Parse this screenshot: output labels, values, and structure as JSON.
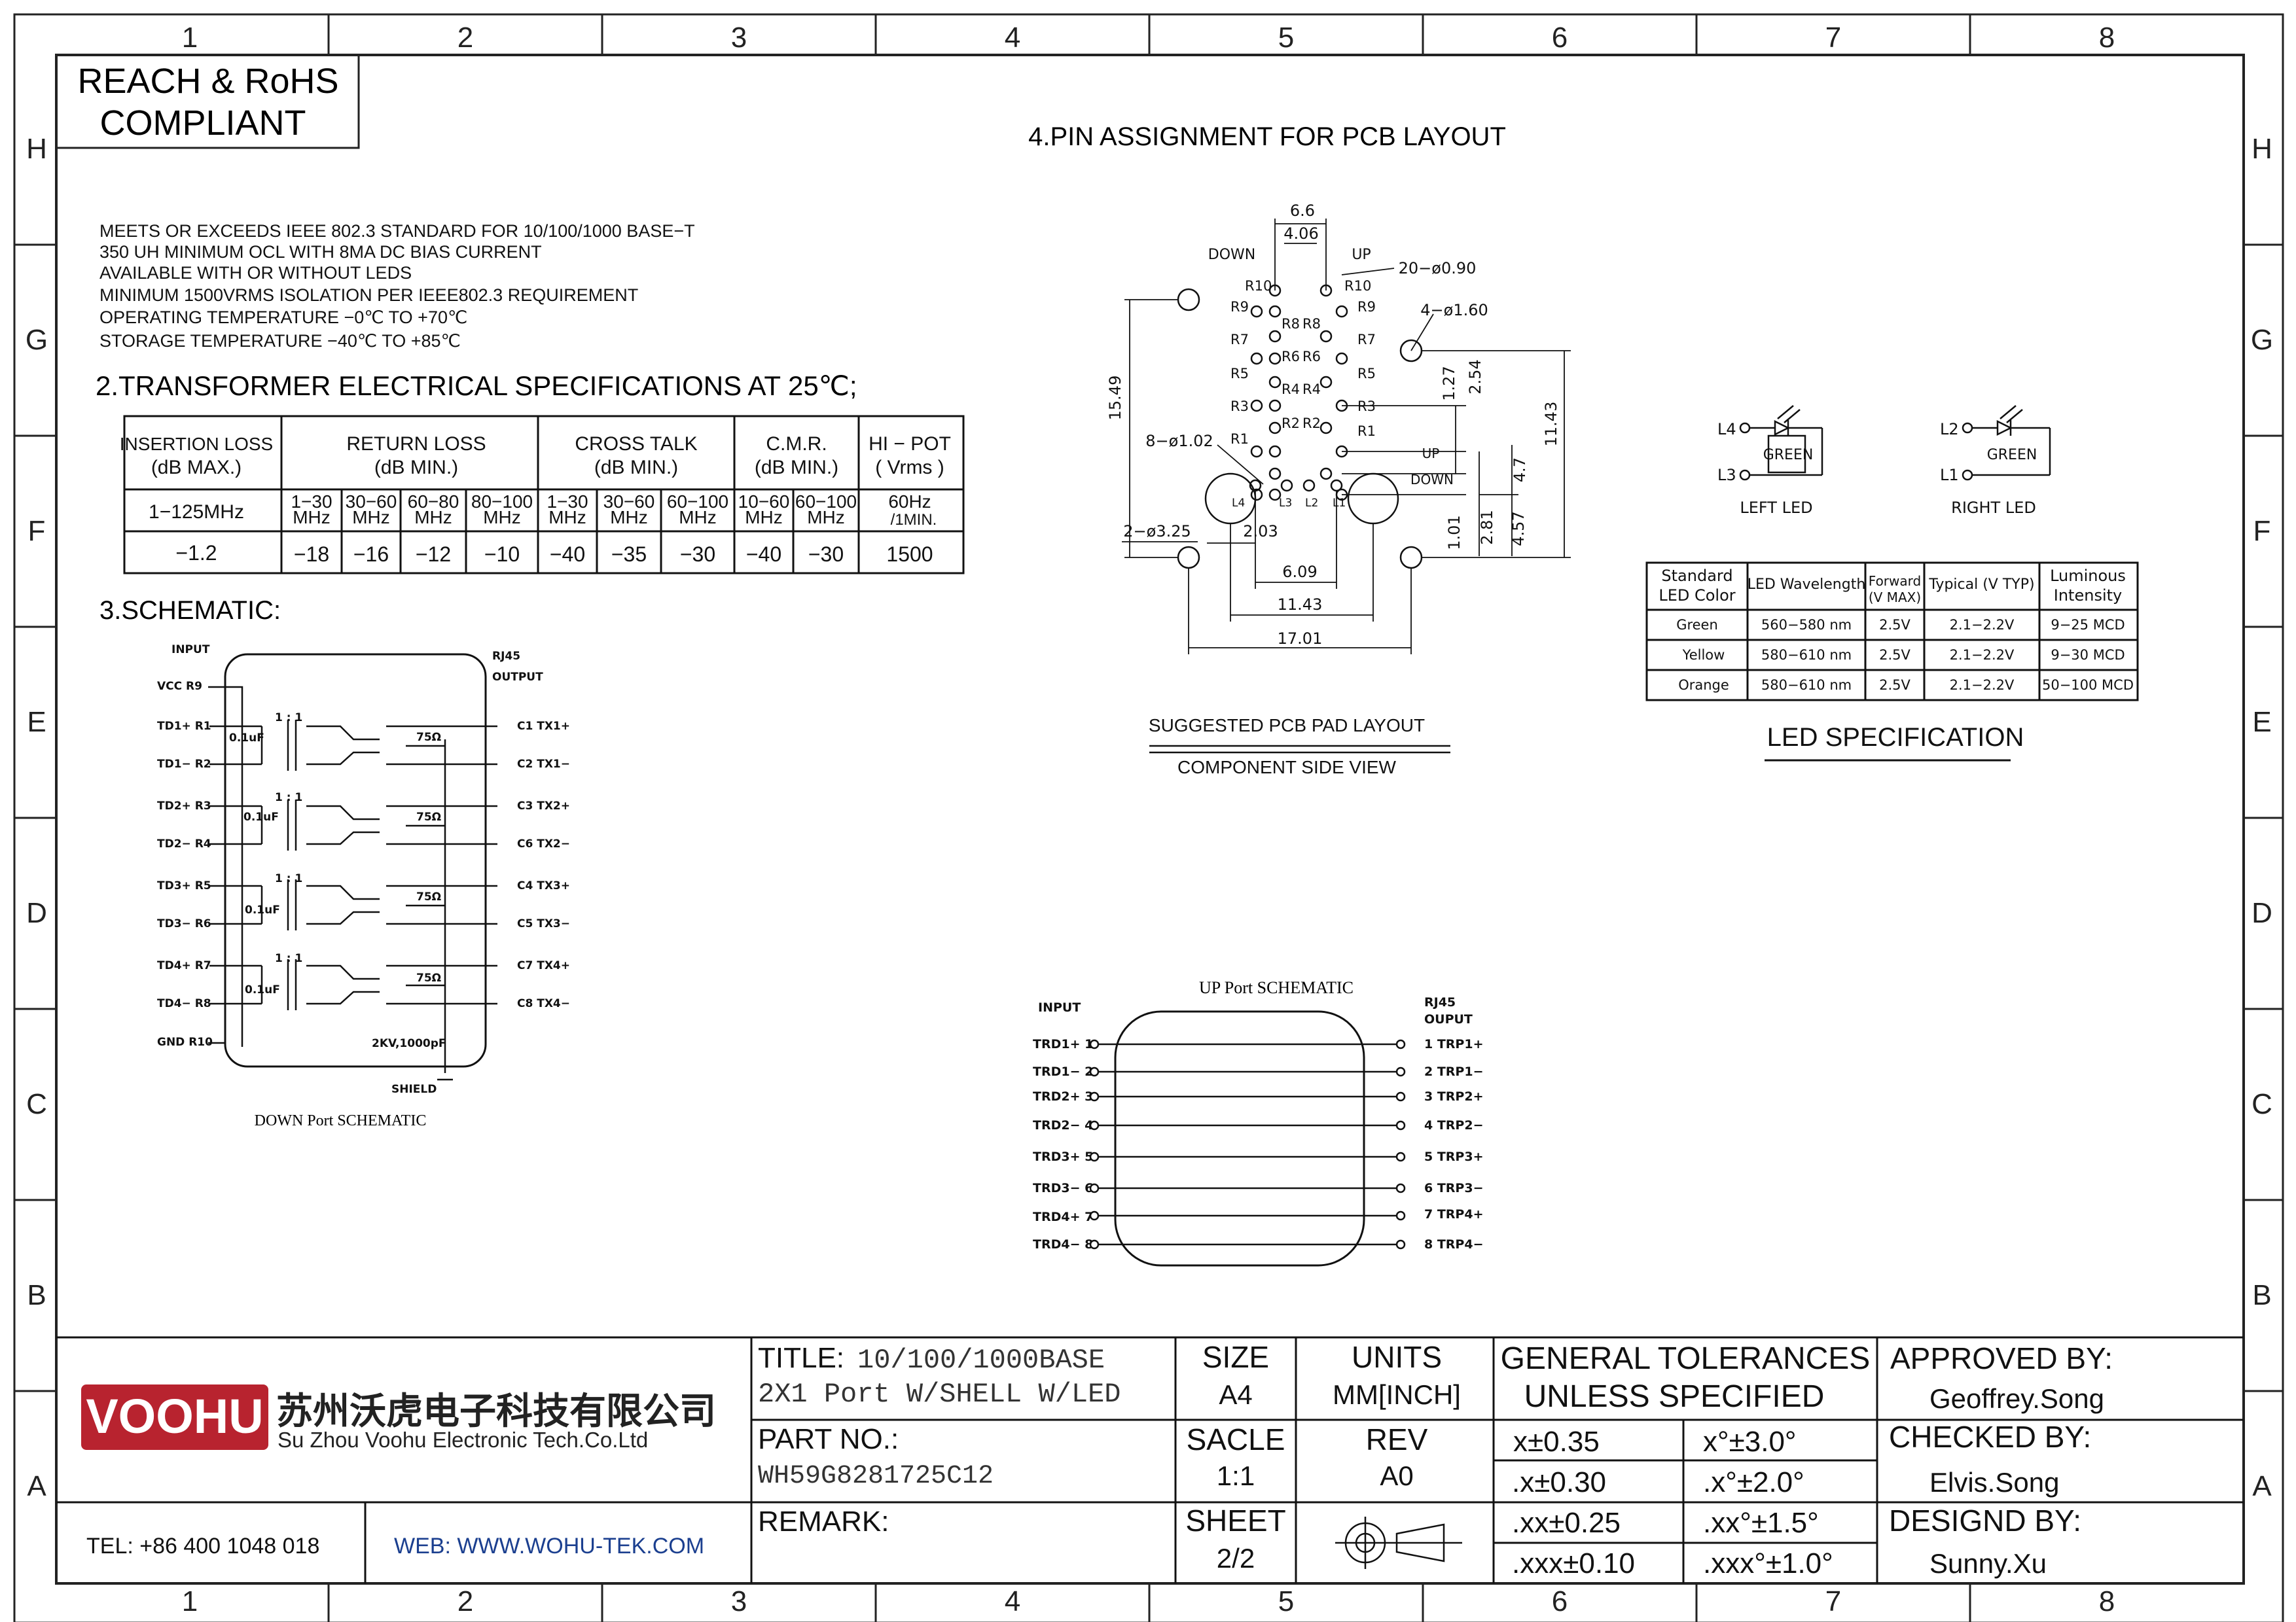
{
  "frame": {
    "col_labels": [
      "1",
      "2",
      "3",
      "4",
      "5",
      "6",
      "7",
      "8"
    ],
    "row_labels": [
      "H",
      "G",
      "F",
      "E",
      "D",
      "C",
      "B",
      "A"
    ]
  },
  "compliance": {
    "line1": "REACH & RoHS",
    "line2": "COMPLIANT"
  },
  "features": [
    "MEETS OR EXCEEDS IEEE 802.3 STANDARD FOR 10/100/1000 BASE−T",
    "350 UH MINIMUM OCL WITH 8MA DC BIAS CURRENT",
    "AVAILABLE WITH OR WITHOUT LEDS",
    "MINIMUM 1500VRMS ISOLATION PER IEEE802.3 REQUIREMENT",
    "OPERATING TEMPERATURE −0℃ TO +70℃",
    "STORAGE TEMPERATURE −40℃ TO +85℃"
  ],
  "spec_section_title": "2.TRANSFORMER ELECTRICAL SPECIFICATIONS AT 25℃;",
  "spec_table": {
    "h_insertion": [
      "INSERTION LOSS",
      "(dB MAX.)"
    ],
    "h_return": [
      "RETURN LOSS",
      "(dB MIN.)"
    ],
    "h_cross": [
      "CROSS TALK",
      "(dB MIN.)"
    ],
    "h_cmr": [
      "C.M.R.",
      "(dB MIN.)"
    ],
    "h_hipot": [
      "HI − POT",
      "( Vrms )"
    ],
    "freq_insertion": "1−125MHz",
    "freq_sub": [
      [
        "1−30",
        "MHz"
      ],
      [
        "30−60",
        "MHz"
      ],
      [
        "60−80",
        "MHz"
      ],
      [
        "80−100",
        "MHz"
      ],
      [
        "1−30",
        "MHz"
      ],
      [
        "30−60",
        "MHz"
      ],
      [
        "60−100",
        "MHz"
      ],
      [
        "10−60",
        "MHz"
      ],
      [
        "60−100",
        "MHz"
      ]
    ],
    "freq_hipot": [
      "60Hz",
      "/1MIN."
    ],
    "values": [
      "−1.2",
      "−18",
      "−16",
      "−12",
      "−10",
      "−40",
      "−35",
      "−30",
      "−40",
      "−30",
      "1500"
    ]
  },
  "schematic_section_title": "3.SCHEMATIC:",
  "down_schematic": {
    "input": "INPUT",
    "rj45": "RJ45",
    "output": "OUTPUT",
    "vcc": "VCC  R9",
    "left_pins": [
      "TD1+ R1",
      "TD1− R2",
      "TD2+ R3",
      "TD2− R4",
      "TD3+ R5",
      "TD3− R6",
      "TD4+ R7",
      "TD4− R8",
      "GND R10"
    ],
    "right_pins": [
      "C1 TX1+",
      "C2 TX1−",
      "C3 TX2+",
      "C6 TX2−",
      "C4 TX3+",
      "C5 TX3−",
      "C7 TX4+",
      "C8 TX4−"
    ],
    "cap": "0.1uF",
    "ratio": "1 : 1",
    "res": "75Ω",
    "hv_cap": "2KV,1000pF",
    "shield": "SHIELD",
    "caption": "DOWN Port SCHEMATIC"
  },
  "pcb_layout": {
    "title": "4.PIN ASSIGNMENT FOR PCB LAYOUT",
    "down": "DOWN",
    "up": "UP",
    "dims": [
      "6.6",
      "4.06",
      "20−ø0.90",
      "4−ø1.60",
      "15.49",
      "1.27",
      "2.54",
      "11.43",
      "8−ø1.02",
      "4.7",
      "2−ø3.25",
      "2.03",
      "1.01",
      "2.81",
      "4.57",
      "6.09",
      "11.43",
      "17.01"
    ],
    "left_pins": [
      "R10",
      "R9",
      "R8",
      "R7",
      "R6",
      "R5",
      "R4",
      "R3",
      "R2",
      "R1"
    ],
    "right_pins": [
      "R10",
      "R9",
      "R8",
      "R7",
      "R6",
      "R5",
      "R4",
      "R3",
      "R2",
      "R1"
    ],
    "led_pins": [
      "L4",
      "L3",
      "L2",
      "L1"
    ],
    "caption1": "SUGGESTED PCB PAD LAYOUT",
    "caption2": "COMPONENT SIDE VIEW"
  },
  "led_circuits": {
    "left": {
      "top": "L4",
      "bottom": "L3",
      "color": "GREEN",
      "label": "LEFT LED"
    },
    "right": {
      "top": "L2",
      "bottom": "L1",
      "color": "GREEN",
      "label": "RIGHT LED"
    }
  },
  "led_table": {
    "headers": [
      [
        "Standard",
        "LED Color"
      ],
      [
        "LED Wavelength"
      ],
      [
        "Forward",
        "(V MAX)"
      ],
      [
        "Typical (V TYP)"
      ],
      [
        "Luminous",
        "Intensity"
      ]
    ],
    "rows": [
      [
        "Green",
        "560−580 nm",
        "2.5V",
        "2.1−2.2V",
        "9−25 MCD"
      ],
      [
        "Yellow",
        "580−610 nm",
        "2.5V",
        "2.1−2.2V",
        "9−30 MCD"
      ],
      [
        "Orange",
        "580−610 nm",
        "2.5V",
        "2.1−2.2V",
        "50−100 MCD"
      ]
    ],
    "title": "LED SPECIFICATION"
  },
  "up_schematic": {
    "title": "UP Port SCHEMATIC",
    "input": "INPUT",
    "rj45": "RJ45",
    "output": "OUPUT",
    "left": [
      "TRD1+ 1",
      "TRD1− 2",
      "TRD2+ 3",
      "TRD2− 4",
      "TRD3+ 5",
      "TRD3− 6",
      "TRD4+ 7",
      "TRD4− 8"
    ],
    "right": [
      "1 TRP1+",
      "2 TRP1−",
      "3 TRP2+",
      "4 TRP2−",
      "5 TRP3+",
      "6 TRP3−",
      "7 TRP4+",
      "8 TRP4−"
    ]
  },
  "title_block": {
    "logo": "VOOHU",
    "company_cn": "苏州沃虎电子科技有限公司",
    "company_en": "Su Zhou Voohu Electronic Tech.Co.Ltd",
    "tel": "TEL: +86 400 1048 018",
    "web": "WEB: WWW.WOHU-TEK.COM",
    "title_label": "TITLE:",
    "title_line1": "10/100/1000BASE",
    "title_line2": "2X1 Port W/SHELL W/LED",
    "part_label": "PART NO.:",
    "part_no": "WH59G8281725C12",
    "remark_label": "REMARK:",
    "size_label": "SIZE",
    "size": "A4",
    "units_label": "UNITS",
    "units": "MM[INCH]",
    "scale_label": "SACLE",
    "scale": "1:1",
    "rev_label": "REV",
    "rev": "A0",
    "sheet_label": "SHEET",
    "sheet": "2/2",
    "tol_title1": "GENERAL TOLERANCES",
    "tol_title2": "UNLESS SPECIFIED",
    "tolerances": [
      [
        "x±0.35",
        "x°±3.0°"
      ],
      [
        ".x±0.30",
        ".x°±2.0°"
      ],
      [
        ".xx±0.25",
        ".xx°±1.5°"
      ],
      [
        ".xxx±0.10",
        ".xxx°±1.0°"
      ]
    ],
    "approved_label": "APPROVED BY:",
    "approved": "Geoffrey.Song",
    "checked_label": "CHECKED BY:",
    "checked": "Elvis.Song",
    "designed_label": "DESIGND BY:",
    "designed": "Sunny.Xu"
  }
}
